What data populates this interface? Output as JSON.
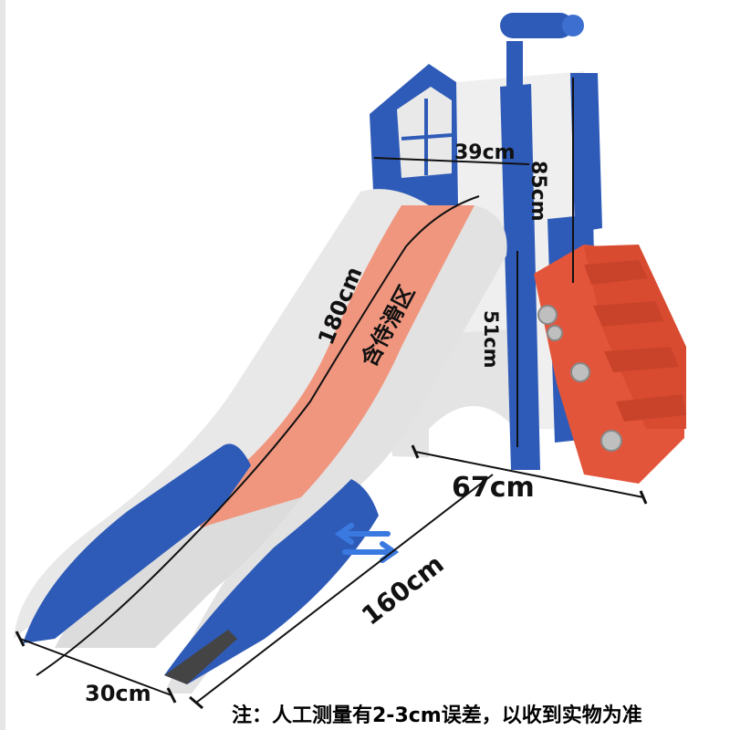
{
  "product": {
    "colors": {
      "blue": "#2f5bb8",
      "orange": "#e3553a",
      "chute": "#f0967f",
      "white": "#eeeeee",
      "gray": "#d6d6d6"
    }
  },
  "dimensions": {
    "platform_width": "39cm",
    "tower_height": "85cm",
    "platform_height": "51cm",
    "slide_length": "180cm",
    "slide_lane_note": "含侍滑区",
    "base_width": "67cm",
    "total_length": "160cm",
    "slide_width": "30cm"
  },
  "footnote": "注：人工测量有2-3cm误差，以收到实物为准"
}
